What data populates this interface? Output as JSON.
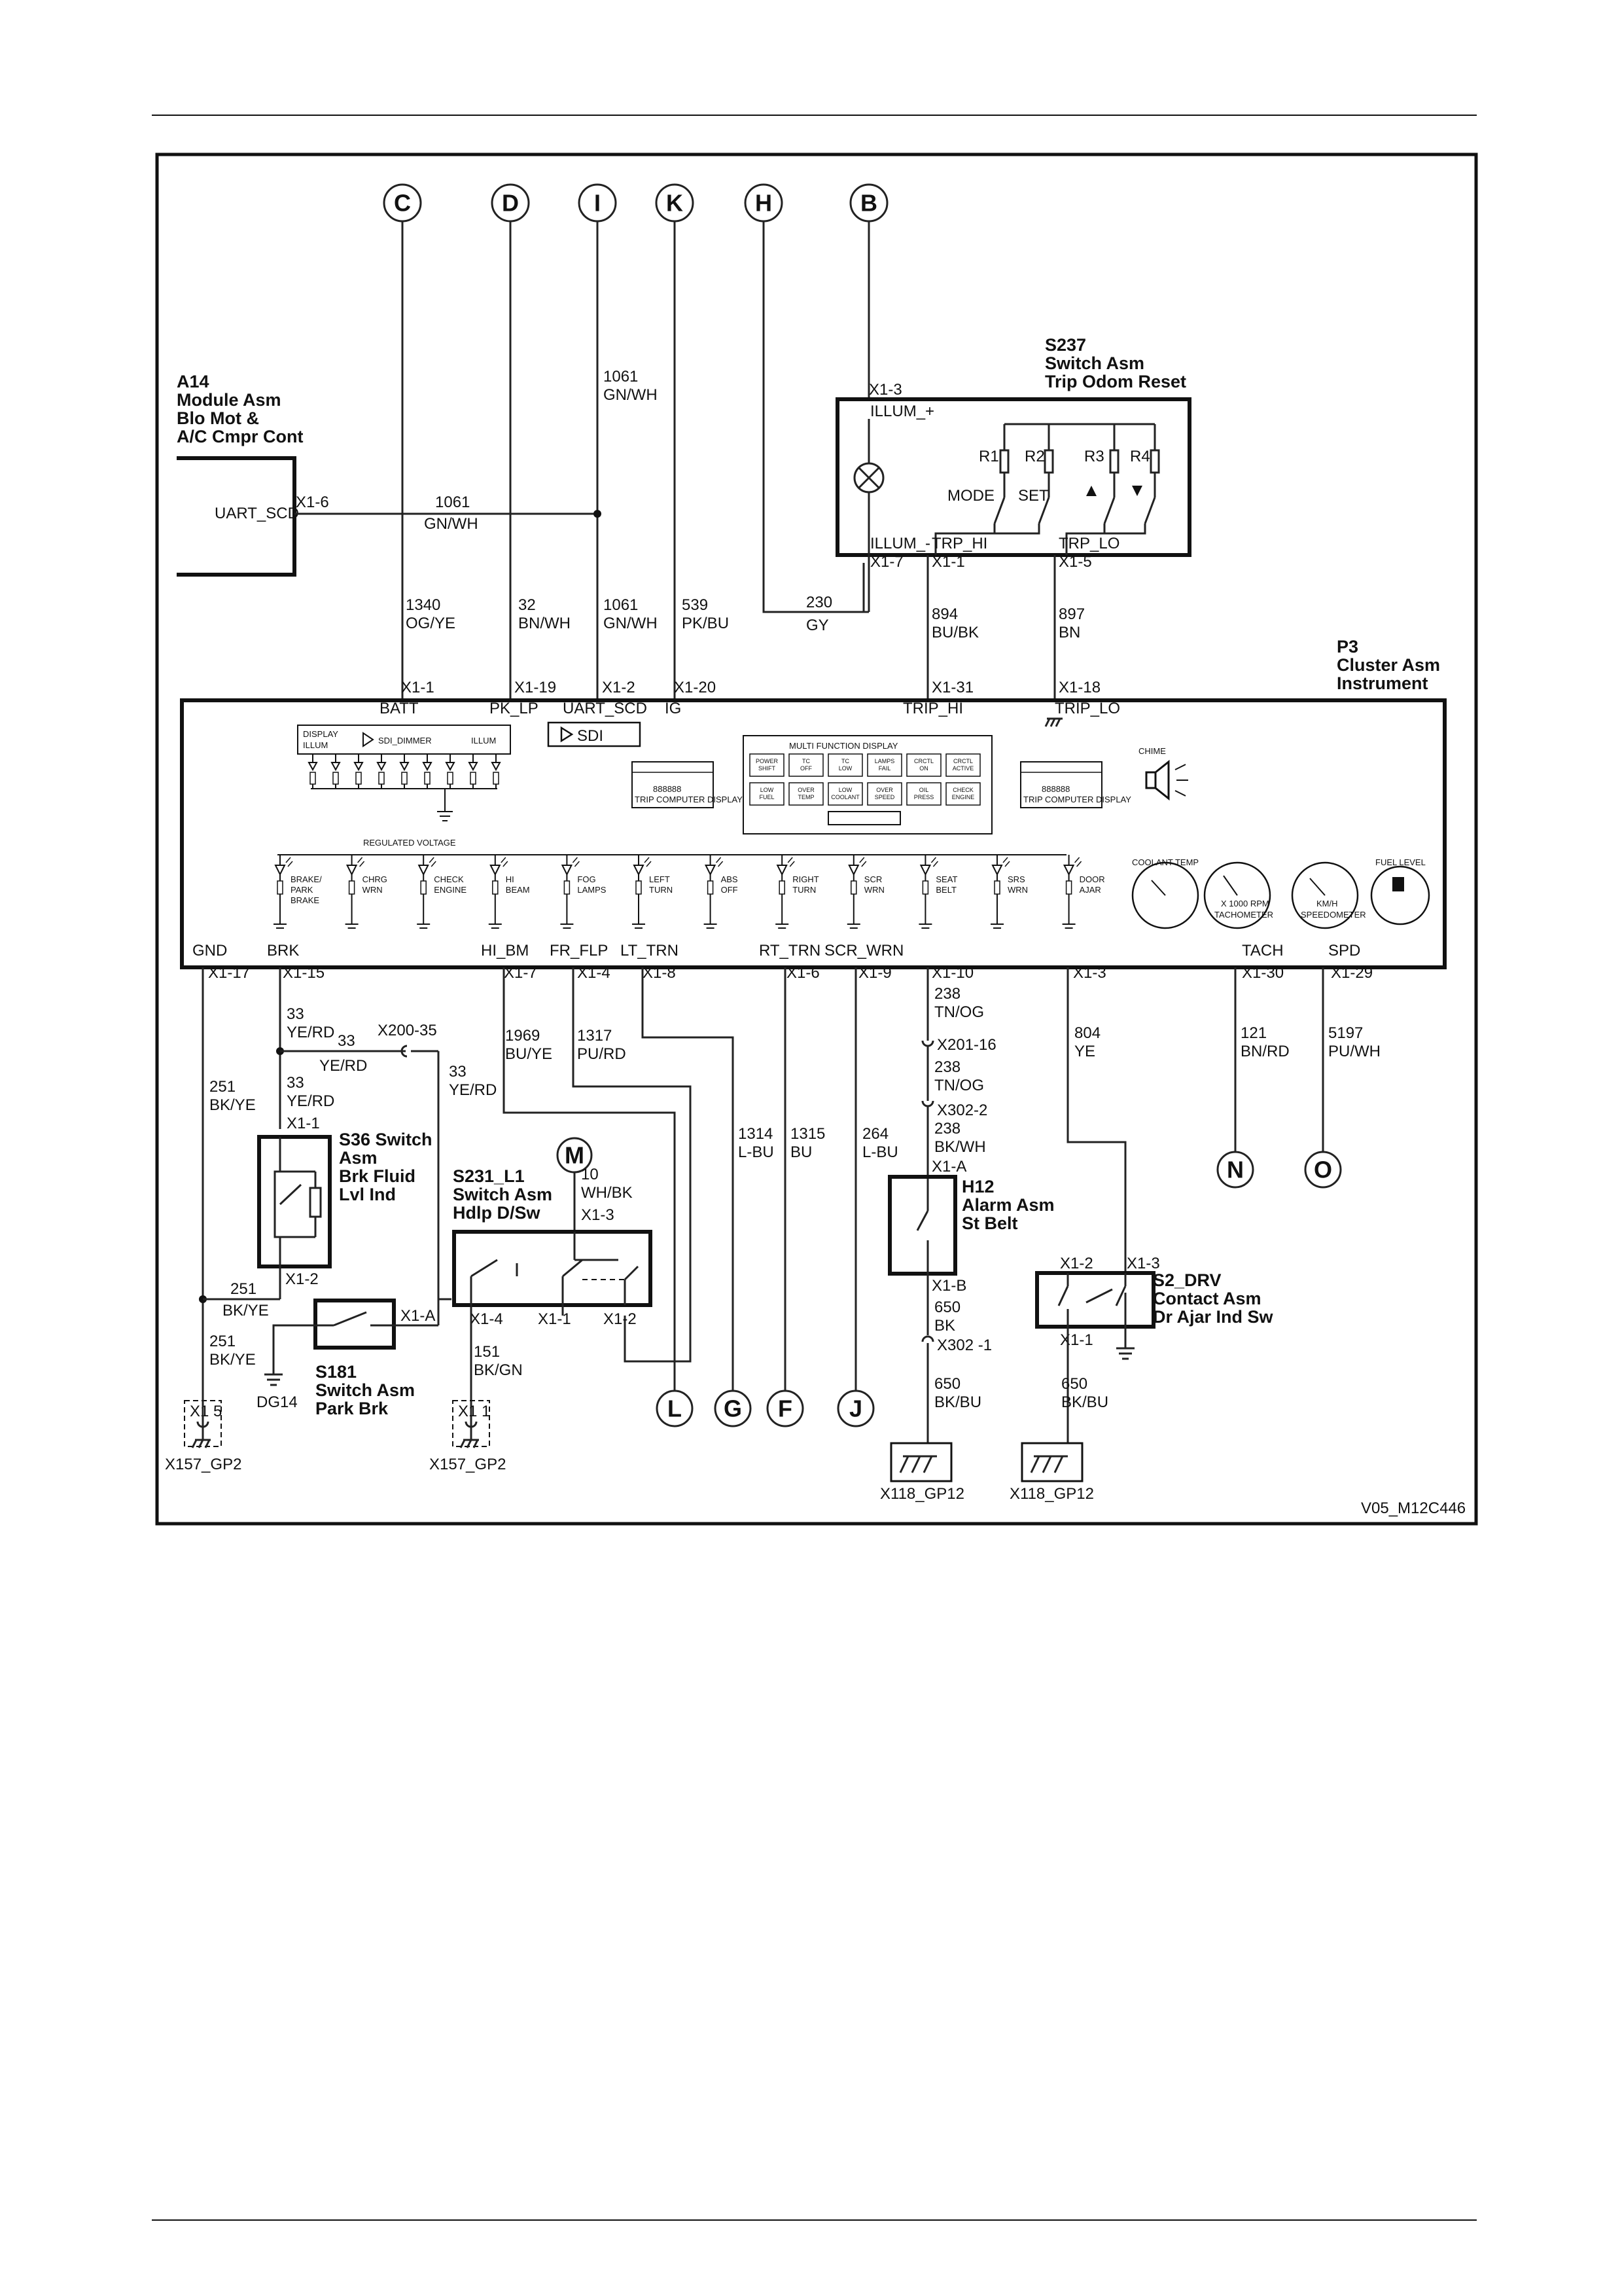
{
  "diagram_id": "V05_M12C446",
  "top_connectors": [
    "C",
    "D",
    "I",
    "K",
    "H",
    "B"
  ],
  "bottom_connectors": [
    "L",
    "G",
    "F",
    "J",
    "N",
    "O"
  ],
  "components": {
    "a14": {
      "id": "A14",
      "name": [
        "Module Asm",
        "Blo Mot &",
        "A/C Cmpr Cont"
      ],
      "pin": "UART_SCD",
      "pin_no": "X1-6"
    },
    "s237": {
      "id": "S237",
      "name": [
        "Switch Asm",
        "Trip Odom Reset"
      ],
      "pins": [
        "X1-3",
        "ILLUM_+",
        "ILLUM_-",
        "X1-7",
        "TRP_HI",
        "X1-1",
        "TRP_LO",
        "X1-5"
      ],
      "resistors": [
        "R1",
        "R2",
        "R3",
        "R4"
      ],
      "buttons": [
        "MODE",
        "SET"
      ]
    },
    "p3": {
      "id": "P3",
      "name": [
        "Cluster Asm",
        "Instrument"
      ],
      "top_pins": [
        {
          "no": "X1-1",
          "sig": "BATT"
        },
        {
          "no": "X1-19",
          "sig": "PK_LP"
        },
        {
          "no": "X1-2",
          "sig": "UART_SCD"
        },
        {
          "no": "X1-20",
          "sig": "IG"
        },
        {
          "no": "X1-31",
          "sig": "TRIP_HI"
        },
        {
          "no": "X1-18",
          "sig": "TRIP_LO"
        }
      ],
      "bottom_pins": [
        {
          "no": "X1-17",
          "sig": "GND"
        },
        {
          "no": "X1-15",
          "sig": "BRK"
        },
        {
          "no": "X1-7",
          "sig": "HI_BM"
        },
        {
          "no": "X1-4",
          "sig": "FR_FLP"
        },
        {
          "no": "X1-8",
          "sig": "LT_TRN"
        },
        {
          "no": "X1-6",
          "sig": "RT_TRN"
        },
        {
          "no": "X1-9",
          "sig": "SCR_WRN"
        },
        {
          "no": "X1-10",
          "sig": ""
        },
        {
          "no": "X1-3",
          "sig": ""
        },
        {
          "no": "X1-30",
          "sig": "TACH"
        },
        {
          "no": "X1-29",
          "sig": "SPD"
        }
      ],
      "display_block": [
        "DISPLAY",
        "ILLUM",
        "SDI_DIMMER",
        "ILLUM"
      ],
      "sdi_label": "SDI",
      "regulated": "REGULATED VOLTAGE",
      "trip_display": "888888",
      "trip_caption": "TRIP COMPUTER DISPLAY",
      "mfd_title": "MULTI FUNCTION DISPLAY",
      "mfd_row1": [
        "POWER SHIFT",
        "TC OFF",
        "TC LOW",
        "LAMPS FAIL",
        "CRCTL ON",
        "CRCTL ACTIVE"
      ],
      "mfd_row2": [
        "LOW FUEL",
        "OVER TEMP",
        "LOW COOLANT",
        "OVER SPEED",
        "OIL PRESS",
        "CHECK ENGINE"
      ],
      "chime": "CHIME",
      "lamps": [
        [
          "BRAKE/",
          "PARK",
          "BRAKE"
        ],
        [
          "CHRG",
          "WRN"
        ],
        [
          "CHECK",
          "ENGINE"
        ],
        [
          "HI",
          "BEAM"
        ],
        [
          "FOG",
          "LAMPS"
        ],
        [
          "LEFT",
          "TURN"
        ],
        [
          "ABS",
          "OFF"
        ],
        [
          "RIGHT",
          "TURN"
        ],
        [
          "SCR",
          "WRN"
        ],
        [
          "SEAT",
          "BELT"
        ],
        [
          "SRS",
          "WRN"
        ],
        [
          "DOOR",
          "AJAR"
        ]
      ],
      "gauges": [
        "COOLANT TEMP",
        "TACHOMETER",
        "SPEEDOMETER",
        "FUEL LEVEL"
      ],
      "gauge_sub": [
        "X 1000 RPM",
        "KM/H"
      ]
    },
    "s36": {
      "id": "S36 Switch",
      "name": [
        "Asm",
        "Brk Fluid",
        "Lvl Ind"
      ],
      "pins": [
        "X1-1",
        "X1-2"
      ]
    },
    "s231": {
      "id": "S231_L1",
      "name": [
        "Switch Asm",
        "Hdlp D/Sw"
      ],
      "pins": [
        "X1-3",
        "X1-4",
        "X1-1",
        "X1-2"
      ]
    },
    "s181": {
      "id": "S181",
      "name": [
        "Switch Asm",
        "Park Brk"
      ],
      "pin": "X1-A"
    },
    "h12": {
      "id": "H12",
      "name": [
        "Alarm Asm",
        "St Belt"
      ],
      "pins": [
        "X1-A",
        "X1-B"
      ]
    },
    "s2": {
      "id": "S2_DRV",
      "name": [
        "Contact Asm",
        "Dr Ajar Ind Sw"
      ],
      "pins": [
        "X1-2",
        "X1-3",
        "X1-1"
      ]
    },
    "motor": "M"
  },
  "wires": {
    "w1061a": [
      "1061",
      "GN/WH"
    ],
    "w1061b": [
      "1061",
      "GN/WH"
    ],
    "w1061c": [
      "1061",
      "GN/WH"
    ],
    "w1340": [
      "1340",
      "OG/YE"
    ],
    "w32": [
      "32",
      "BN/WH"
    ],
    "w539": [
      "539",
      "PK/BU"
    ],
    "w230": [
      "230",
      "GY"
    ],
    "w894": [
      "894",
      "BU/BK"
    ],
    "w897": [
      "897",
      "BN"
    ],
    "w251a": [
      "251",
      "BK/YE"
    ],
    "w251b": [
      "251",
      "BK/YE"
    ],
    "w251c": [
      "251",
      "BK/YE"
    ],
    "w33a": [
      "33",
      "YE/RD"
    ],
    "w33b": [
      "33",
      "YE/RD"
    ],
    "w33c": [
      "33",
      "YE/RD"
    ],
    "w33d": [
      "33",
      "YE/RD"
    ],
    "w1969": [
      "1969",
      "BU/YE"
    ],
    "w1317": [
      "1317",
      "PU/RD"
    ],
    "w10": [
      "10",
      "WH/BK"
    ],
    "w151": [
      "151",
      "BK/GN"
    ],
    "w1314": [
      "1314",
      "L-BU"
    ],
    "w1315": [
      "1315",
      "BU"
    ],
    "w264": [
      "264",
      "L-BU"
    ],
    "w238a": [
      "238",
      "TN/OG"
    ],
    "w238b": [
      "238",
      "TN/OG"
    ],
    "w238c": [
      "238",
      "BK/WH"
    ],
    "w650a": [
      "650",
      "BK"
    ],
    "w650b": [
      "650",
      "BK/BU"
    ],
    "w650c": [
      "650",
      "BK/BU"
    ],
    "w804": [
      "804",
      "YE"
    ],
    "w121": [
      "121",
      "BN/RD"
    ],
    "w5197": [
      "5197",
      "PU/WH"
    ]
  },
  "inline": {
    "x200": "X200-35",
    "x201": "X201-16",
    "x302a": "X302-2",
    "x302b": "X302 -1"
  },
  "grounds": {
    "g1": "X157_GP2",
    "g1pin": "X1 5",
    "g2": "X157_GP2",
    "g2pin": "X1 1",
    "g3": "X118_GP12",
    "g4": "X118_GP12",
    "dg14": "DG14"
  }
}
